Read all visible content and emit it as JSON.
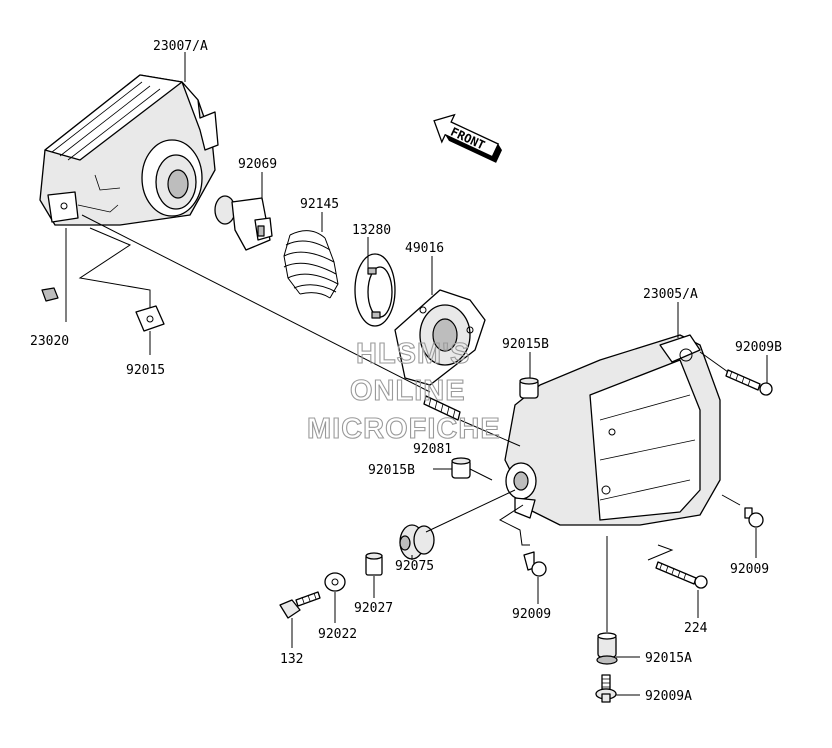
{
  "diagram": {
    "front_arrow_label": "FRONT",
    "watermark": [
      "HLSM'S",
      "ONLINE",
      "MICROFICHE"
    ],
    "part_labels": [
      "23007/A",
      "92069",
      "92145",
      "13280",
      "49016",
      "23020",
      "92015",
      "23005/A",
      "92015B",
      "92009B",
      "92081",
      "92015B",
      "92075",
      "92027",
      "92022",
      "132",
      "92009",
      "224",
      "92009",
      "92015A",
      "92009A"
    ]
  }
}
